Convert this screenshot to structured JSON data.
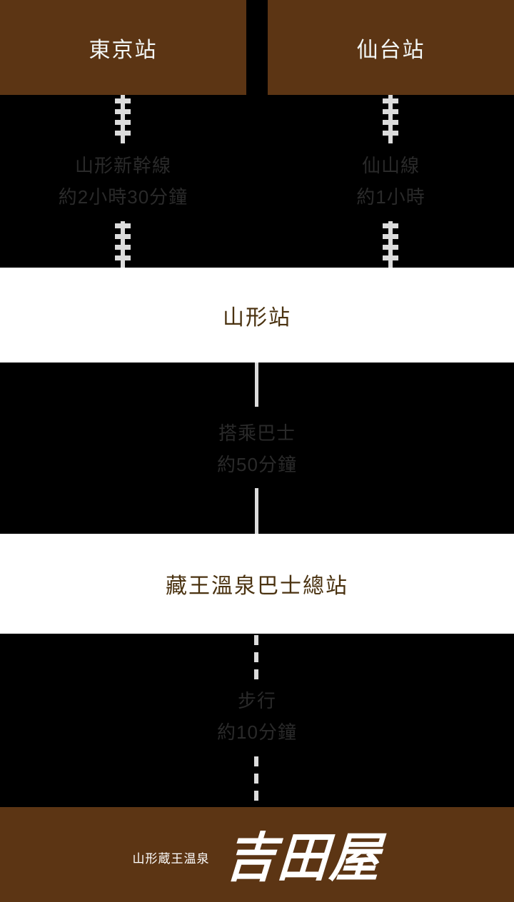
{
  "accent": {
    "brown": "#5c3514",
    "background": "#000000",
    "band": "#ffffff",
    "line": "#dcdcdc",
    "band_text": "#4a3210",
    "segment_text": "#2a2a2a",
    "head_text": "#f4f8f7"
  },
  "heads": [
    {
      "name": "tokyo-station",
      "label": "東京站"
    },
    {
      "name": "sendai-station",
      "label": "仙台站"
    }
  ],
  "segments": [
    {
      "name": "yamagata-shinkansen",
      "mode": "rail",
      "line_name": "山形新幹線",
      "duration": "約2小時30分鐘"
    },
    {
      "name": "senzan-line",
      "mode": "rail",
      "line_name": "仙山線",
      "duration": "約1小時"
    },
    {
      "name": "bus-ride",
      "mode": "solid",
      "line_name": "搭乘巴士",
      "duration": "約50分鐘"
    },
    {
      "name": "walk",
      "mode": "dashed",
      "line_name": "步行",
      "duration": "約10分鐘"
    }
  ],
  "bands": [
    {
      "name": "yamagata-station",
      "label": "山形站"
    },
    {
      "name": "zao-onsen-bus-terminal",
      "label": "藏王溫泉巴士總站"
    }
  ],
  "footer": {
    "subtitle": "山形蔵王温泉",
    "brand": "吉田屋"
  }
}
